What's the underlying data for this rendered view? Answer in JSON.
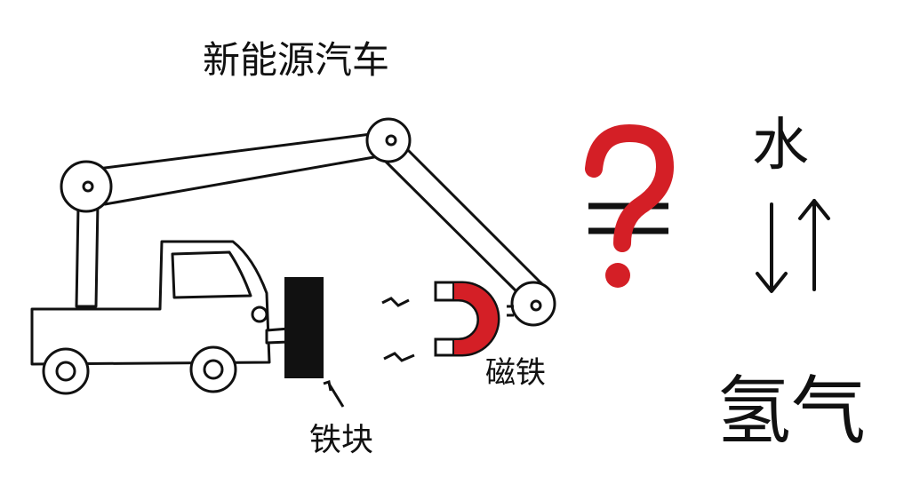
{
  "diagram": {
    "title": "新能源汽车",
    "iron_block_label": "铁块",
    "magnet_label": "磁铁",
    "water_label": "水",
    "hydrogen_label": "氢气"
  },
  "colors": {
    "ink": "#111111",
    "accent_red": "#d41f26"
  },
  "icons": {
    "question": "question-mark-icon",
    "not_equal": "not-equal-icon",
    "arrows": "up-down-arrows-icon"
  }
}
